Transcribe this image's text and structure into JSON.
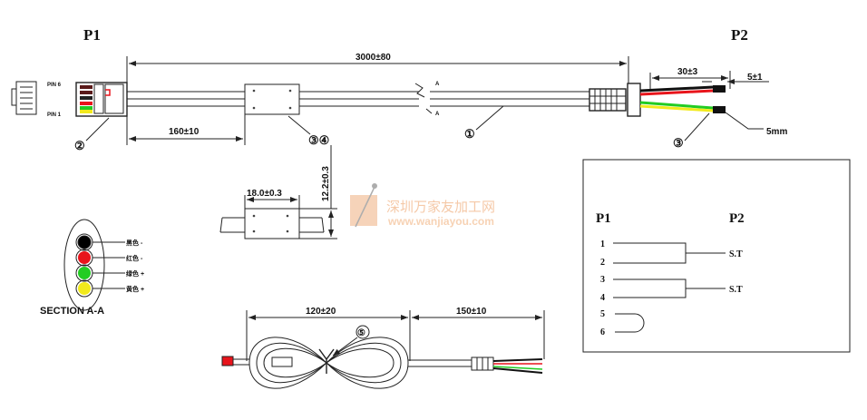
{
  "labels": {
    "p1": "P1",
    "p2": "P2"
  },
  "dimensions": {
    "overall": "3000±80",
    "ferrite_pos": "160±10",
    "strip": "30±3",
    "tip": "5±1",
    "tip_note": "5mm",
    "ferrite_width": "18.0±0.3",
    "ferrite_height": "12.2±0.3",
    "coil": "120±20",
    "tail": "150±10"
  },
  "connector": {
    "pin6": "PIN 6",
    "pin1": "PIN 1",
    "cut_mark": "A"
  },
  "callouts": {
    "cable": "①",
    "plug": "②",
    "ferrite": "③④",
    "wire": "③",
    "tie": "⑤"
  },
  "section": {
    "title": "SECTION A-A",
    "wires": [
      {
        "label": "黑色 -",
        "color": "#000000"
      },
      {
        "label": "红色 -",
        "color": "#e8141b"
      },
      {
        "label": "绿色 +",
        "color": "#22cc22"
      },
      {
        "label": "黄色 +",
        "color": "#f2ea1c"
      }
    ]
  },
  "schematic": {
    "p1": "P1",
    "p2": "P2",
    "pins": [
      "1",
      "2",
      "3",
      "4",
      "5",
      "6"
    ],
    "st1": "S.T",
    "st2": "S.T"
  },
  "watermark": {
    "cn": "深圳万家友加工网",
    "url": "www.wanjiayou.com",
    "color": "#f5c9a8"
  }
}
